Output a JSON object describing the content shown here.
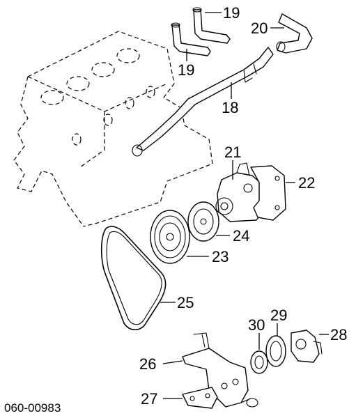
{
  "diagram": {
    "reference_code": "060-00983",
    "callouts": [
      {
        "id": "c19a",
        "label": "19"
      },
      {
        "id": "c19b",
        "label": "19"
      },
      {
        "id": "c20",
        "label": "20"
      },
      {
        "id": "c18",
        "label": "18"
      },
      {
        "id": "c21",
        "label": "21"
      },
      {
        "id": "c22",
        "label": "22"
      },
      {
        "id": "c24",
        "label": "24"
      },
      {
        "id": "c23",
        "label": "23"
      },
      {
        "id": "c25",
        "label": "25"
      },
      {
        "id": "c30",
        "label": "30"
      },
      {
        "id": "c29",
        "label": "29"
      },
      {
        "id": "c28",
        "label": "28"
      },
      {
        "id": "c26",
        "label": "26"
      },
      {
        "id": "c27",
        "label": "27"
      }
    ]
  }
}
